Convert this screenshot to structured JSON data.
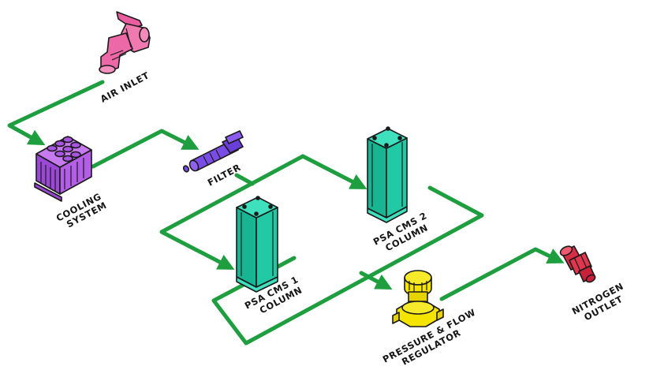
{
  "components": {
    "air_inlet": "AIR INLET",
    "cooling_system": [
      "COOLING",
      "SYSTEM"
    ],
    "filter": "FILTER",
    "psa_column_1": [
      "PSA CMS 1",
      "COLUMN"
    ],
    "psa_column_2": [
      "PSA CMS 2",
      "COLUMN"
    ],
    "regulator": [
      "PRESSURE & FLOW",
      "REGULATOR"
    ],
    "nitrogen_outlet": [
      "NITROGEN",
      "OUTLET"
    ]
  },
  "colors": {
    "pipe": "#1e9e3f",
    "air_inlet": "#f06aa8",
    "cooling_system": "#b35ee8",
    "filter": "#7a4ce6",
    "psa_column": "#22c9a5",
    "regulator": "#f4e400",
    "nitrogen_outlet": "#e0364e"
  }
}
